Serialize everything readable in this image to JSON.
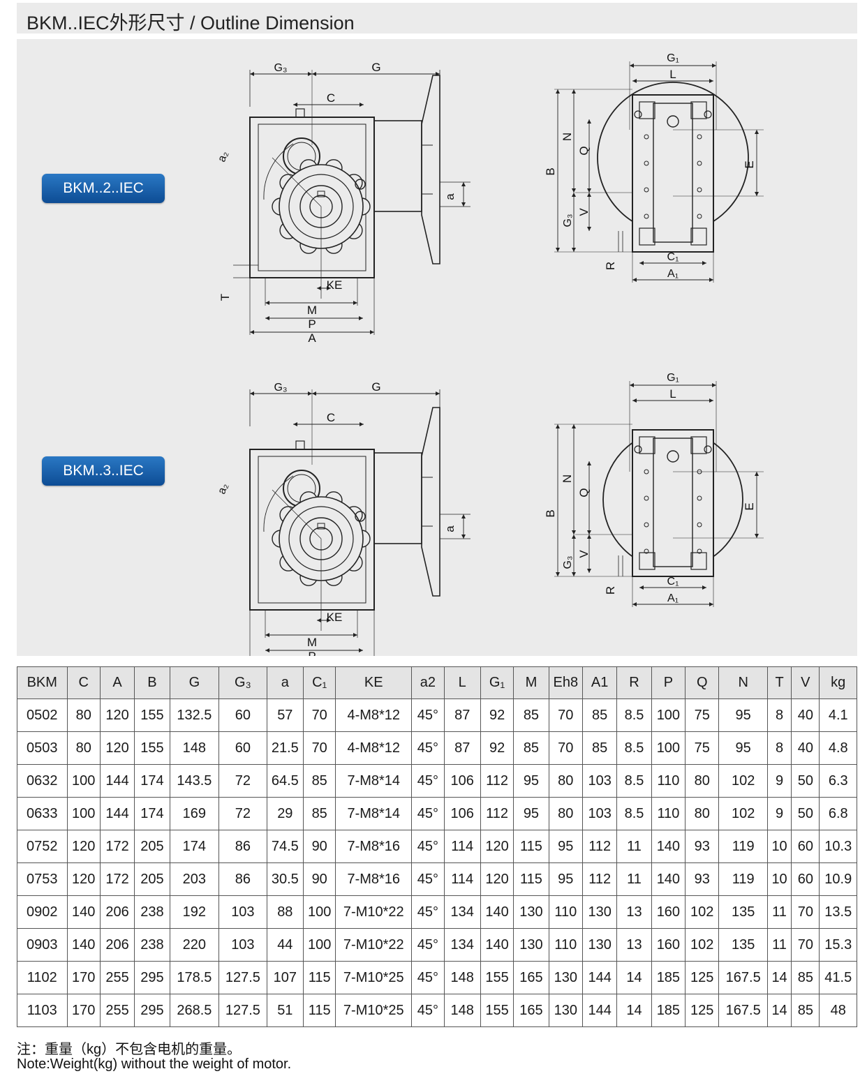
{
  "page": {
    "title": "BKM..IEC外形尺寸 / Outline Dimension"
  },
  "models": [
    {
      "label": "BKM..2..IEC"
    },
    {
      "label": "BKM..3..IEC"
    }
  ],
  "drawing_labels": {
    "G3": "G₃",
    "G": "G",
    "C": "C",
    "a": "a",
    "a2": "a₂",
    "T": "T",
    "KE": "KE",
    "M": "M",
    "P": "P",
    "A": "A",
    "G1": "G₁",
    "L": "L",
    "N": "N",
    "Q": "Q",
    "B": "B",
    "V": "V",
    "E": "E",
    "R": "R",
    "C1": "C₁",
    "A1": "A₁"
  },
  "table": {
    "headers": [
      "BKM",
      "C",
      "A",
      "B",
      "G",
      "G₃",
      "a",
      "C₁",
      "KE",
      "a2",
      "L",
      "G₁",
      "M",
      "Eh8",
      "A1",
      "R",
      "P",
      "Q",
      "N",
      "T",
      "V",
      "kg"
    ],
    "rows": [
      [
        "0502",
        "80",
        "120",
        "155",
        "132.5",
        "60",
        "57",
        "70",
        "4-M8*12",
        "45°",
        "87",
        "92",
        "85",
        "70",
        "85",
        "8.5",
        "100",
        "75",
        "95",
        "8",
        "40",
        "4.1"
      ],
      [
        "0503",
        "80",
        "120",
        "155",
        "148",
        "60",
        "21.5",
        "70",
        "4-M8*12",
        "45°",
        "87",
        "92",
        "85",
        "70",
        "85",
        "8.5",
        "100",
        "75",
        "95",
        "8",
        "40",
        "4.8"
      ],
      [
        "0632",
        "100",
        "144",
        "174",
        "143.5",
        "72",
        "64.5",
        "85",
        "7-M8*14",
        "45°",
        "106",
        "112",
        "95",
        "80",
        "103",
        "8.5",
        "110",
        "80",
        "102",
        "9",
        "50",
        "6.3"
      ],
      [
        "0633",
        "100",
        "144",
        "174",
        "169",
        "72",
        "29",
        "85",
        "7-M8*14",
        "45°",
        "106",
        "112",
        "95",
        "80",
        "103",
        "8.5",
        "110",
        "80",
        "102",
        "9",
        "50",
        "6.8"
      ],
      [
        "0752",
        "120",
        "172",
        "205",
        "174",
        "86",
        "74.5",
        "90",
        "7-M8*16",
        "45°",
        "114",
        "120",
        "115",
        "95",
        "112",
        "11",
        "140",
        "93",
        "119",
        "10",
        "60",
        "10.3"
      ],
      [
        "0753",
        "120",
        "172",
        "205",
        "203",
        "86",
        "30.5",
        "90",
        "7-M8*16",
        "45°",
        "114",
        "120",
        "115",
        "95",
        "112",
        "11",
        "140",
        "93",
        "119",
        "10",
        "60",
        "10.9"
      ],
      [
        "0902",
        "140",
        "206",
        "238",
        "192",
        "103",
        "88",
        "100",
        "7-M10*22",
        "45°",
        "134",
        "140",
        "130",
        "110",
        "130",
        "13",
        "160",
        "102",
        "135",
        "11",
        "70",
        "13.5"
      ],
      [
        "0903",
        "140",
        "206",
        "238",
        "220",
        "103",
        "44",
        "100",
        "7-M10*22",
        "45°",
        "134",
        "140",
        "130",
        "110",
        "130",
        "13",
        "160",
        "102",
        "135",
        "11",
        "70",
        "15.3"
      ],
      [
        "1102",
        "170",
        "255",
        "295",
        "178.5",
        "127.5",
        "107",
        "115",
        "7-M10*25",
        "45°",
        "148",
        "155",
        "165",
        "130",
        "144",
        "14",
        "185",
        "125",
        "167.5",
        "14",
        "85",
        "41.5"
      ],
      [
        "1103",
        "170",
        "255",
        "295",
        "268.5",
        "127.5",
        "51",
        "115",
        "7-M10*25",
        "45°",
        "148",
        "155",
        "165",
        "130",
        "144",
        "14",
        "185",
        "125",
        "167.5",
        "14",
        "85",
        "48"
      ]
    ]
  },
  "notes": {
    "cn": "注：重量（kg）不包含电机的重量。",
    "en": "Note:Weight(kg) without the weight of motor."
  }
}
